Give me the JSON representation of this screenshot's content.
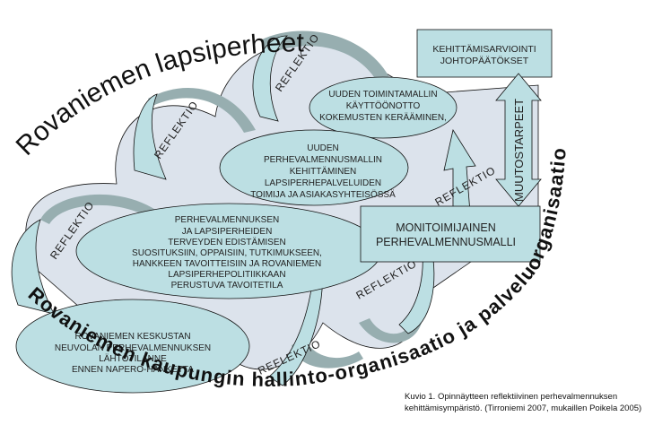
{
  "diagram": {
    "top_arc_title": "Rovaniemen lapsiperheet",
    "bottom_arc_title": "Rovaniemen kaupungin hallinto-organisaatio ja palveluorganisaatio",
    "reflection_label": "REFLEKTIO",
    "colors": {
      "loop_fill": "#dce3ec",
      "arrow_fill": "#bcdfe3",
      "arrow_shadow": "#97aeb0",
      "ellipse_fill": "#bcdfe3",
      "box_fill": "#bcdfe3",
      "outline": "#111111"
    },
    "stages": [
      {
        "id": "start",
        "lines": [
          "ROVANIEMEN KESKUSTAN",
          "NEUVOLAN PERHEVALMENNUKSEN",
          "LÄHTÖTILANNE",
          "ENNEN NAPERO-HANKETTA"
        ]
      },
      {
        "id": "goal",
        "lines": [
          "PERHEVALMENNUKSEN",
          "JA LAPSIPERHEIDEN",
          "TERVEYDEN EDISTÄMISEN",
          "SUOSITUKSIIN, OPPAISIIN, TUTKIMUKSEEN,",
          "HANKKEEN TAVOITTEISIIN JA ROVANIEMEN",
          "LAPSIPERHEPOLITIIKKAAN",
          "PERUSTUVA TAVOITETILA"
        ]
      },
      {
        "id": "development",
        "lines": [
          "UUDEN",
          "PERHEVALMENNUSMALLIN",
          "KEHITTÄMINEN",
          "LAPSIPERHEPALVELUIDEN",
          "TOIMIJA JA ASIAKASYHTEISÖSSÄ"
        ]
      },
      {
        "id": "deployment",
        "lines": [
          "UUDEN TOIMINTAMALLIN",
          "KÄYTTÖÖNOTTO",
          "KOKEMUSTEN KERÄÄMINEN,"
        ]
      }
    ],
    "evaluation_box": {
      "lines": [
        "KEHITTÄMISARVIOINTI",
        "JOHTOPÄÄTÖKSET"
      ]
    },
    "model_box": {
      "lines": [
        "MONITOIMIJAINEN",
        "PERHEVALMENNUSMALLI"
      ]
    },
    "change_needs_label": "MUUTOSTARPEET"
  },
  "caption": {
    "line1": "Kuvio 1. Opinnäytteen reflektiivinen perhevalmennuksen",
    "line2": "kehittämisympäristö. (Tirroniemi 2007, mukaillen Poikela 2005)"
  }
}
